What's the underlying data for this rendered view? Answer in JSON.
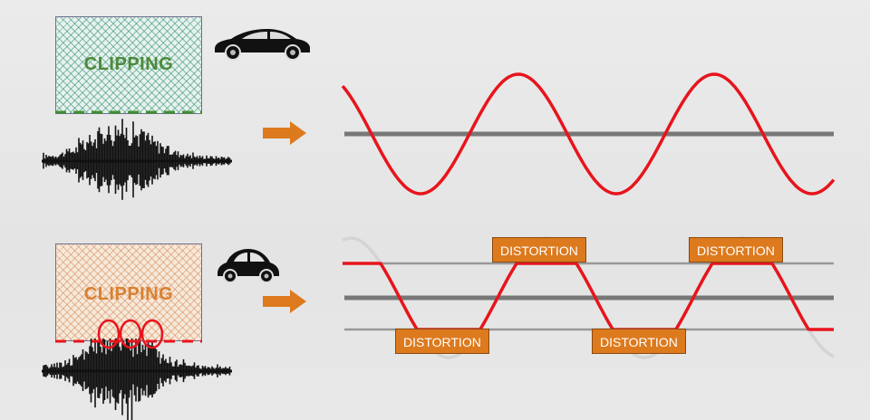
{
  "top_panel": {
    "clip_label": "CLIPPING",
    "car_icon": "sports-car-icon",
    "clip_line_color": "#3f8f2f",
    "wave_color": "#e8141c",
    "baseline_color": "#777777"
  },
  "bottom_panel": {
    "clip_label": "CLIPPING",
    "car_icon": "beetle-car-icon",
    "clip_line_color": "#e8141c",
    "wave_color": "#e8141c",
    "distortion_labels": [
      "DISTORTION",
      "DISTORTION",
      "DISTORTION",
      "DISTORTION"
    ]
  },
  "arrow_color": "#dd7a1e",
  "distortion_color": "#dd7a1e"
}
